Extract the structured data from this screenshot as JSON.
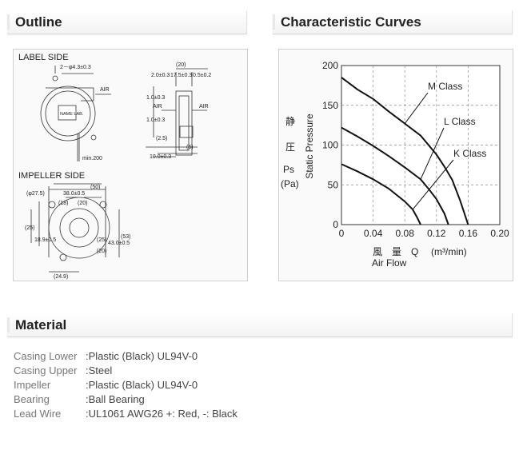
{
  "sections": {
    "outline": {
      "title": "Outline"
    },
    "curves": {
      "title": "Characteristic Curves"
    },
    "material": {
      "title": "Material"
    }
  },
  "outline_drawing": {
    "label_side": "LABEL SIDE",
    "impeller_side": "IMPELLER SIDE",
    "dims": [
      "2－φ4.3±0.3",
      "(20)",
      "2.0±0.3",
      "17.5±0.3",
      "0.5±0.2",
      "AIR",
      "AIR",
      "AIR",
      "min.200",
      "1.0±0.3",
      "1.0±0.3",
      "(2.5)",
      "(6)",
      "10.0±0.3",
      "(50)",
      "(φ27.5)",
      "38.0±0.5",
      "(18)",
      "(20)",
      "(25)",
      "18.9±0.5",
      "(25)",
      "(20)",
      "43.0±0.5",
      "(53)",
      "(24.9)",
      "NAME LAB."
    ]
  },
  "chart_data": {
    "type": "line",
    "xlabel_jp": "風　量　Q",
    "xlabel_unit": "(m³/min)",
    "xlabel": "Air Flow",
    "ylabel_jp": [
      "静",
      "圧"
    ],
    "ylabel_unit": [
      "Ps",
      "(Pa)"
    ],
    "ylabel": "Static Pressure",
    "xticks": [
      "0",
      "0.04",
      "0.08",
      "0.12",
      "0.16",
      "0.20"
    ],
    "yticks": [
      "0",
      "50",
      "100",
      "150",
      "200"
    ],
    "xlim": [
      0,
      0.2
    ],
    "ylim": [
      0,
      200
    ],
    "series": [
      {
        "name": "M Class",
        "x": [
          0,
          0.02,
          0.04,
          0.06,
          0.08,
          0.1,
          0.12,
          0.13,
          0.14,
          0.15,
          0.16
        ],
        "y": [
          185,
          170,
          158,
          142,
          127,
          112,
          88,
          73,
          56,
          30,
          0
        ]
      },
      {
        "name": "L Class",
        "x": [
          0,
          0.02,
          0.04,
          0.06,
          0.08,
          0.1,
          0.11,
          0.12,
          0.13,
          0.135
        ],
        "y": [
          122,
          111,
          99,
          86,
          72,
          57,
          45,
          32,
          14,
          0
        ]
      },
      {
        "name": "K Class",
        "x": [
          0,
          0.02,
          0.04,
          0.06,
          0.08,
          0.09,
          0.095,
          0.1
        ],
        "y": [
          76,
          67,
          57,
          45,
          29,
          19,
          10,
          0
        ]
      }
    ]
  },
  "material": {
    "rows": [
      {
        "name": "Casing Lower",
        "value": ":Plastic (Black) UL94V-0"
      },
      {
        "name": "Casing Upper",
        "value": ":Steel"
      },
      {
        "name": "Impeller",
        "value": ":Plastic (Black) UL94V-0"
      },
      {
        "name": "Bearing",
        "value": ":Ball Bearing"
      },
      {
        "name": "Lead Wire",
        "value": ":UL1061 AWG26 +: Red, -: Black"
      }
    ]
  }
}
